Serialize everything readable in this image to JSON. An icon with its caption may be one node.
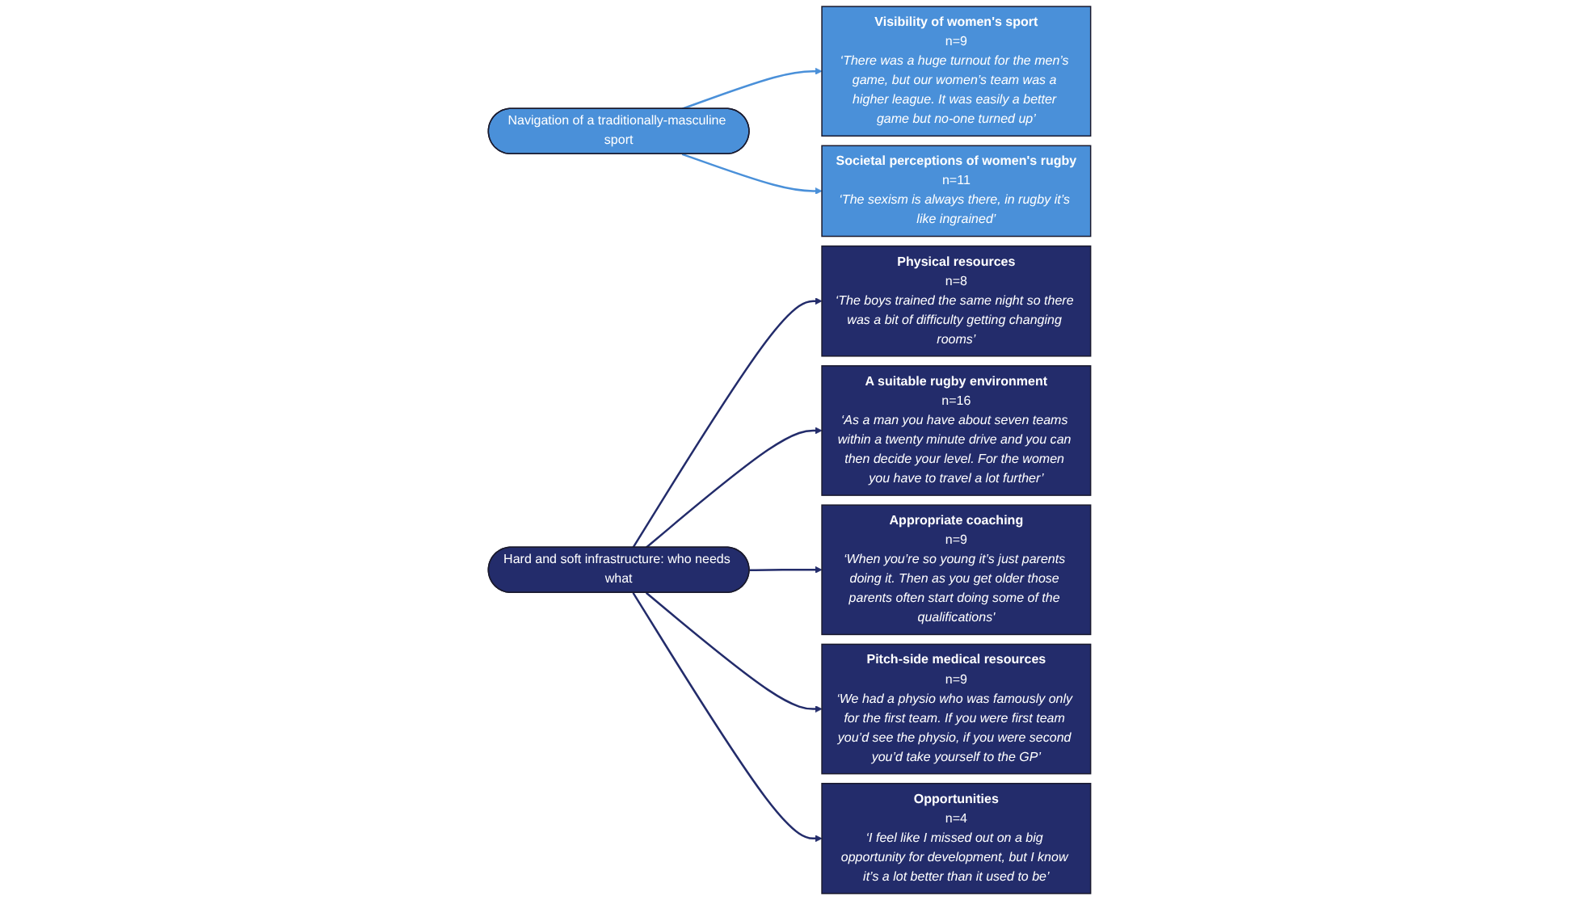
{
  "diagram": {
    "nodes": [
      {
        "text": [
          "Navigation of a traditionally-masculine sport"
        ]
      },
      {
        "text": [
          "Hard and soft infrastructure: who needs what"
        ]
      },
      {
        "text": [
          "Visibility of women's sport",
          "n=9",
          "‘There was a huge turnout for the men’s game, but our women’s team was a higher league. It was easily a better game but no-one turned up’"
        ]
      },
      {
        "text": [
          "Societal perceptions of women's rugby",
          "n=11",
          "‘The sexism is always there, in rugby it’s like ingrained’"
        ]
      },
      {
        "text": [
          "Physical resources",
          "n=8",
          "‘The boys trained the same night so there was a bit of difficulty getting changing rooms’"
        ]
      },
      {
        "text": [
          "A suitable rugby environment",
          "n=16",
          "‘As a man you have about seven teams within a twenty minute drive and you can then decide your level. For the women you have to travel a lot further’"
        ]
      },
      {
        "text": [
          "Appropriate coaching",
          "n=9",
          "‘When you’re so young it’s just parents doing it. Then as you get older those parents often start doing some of the qualifications'"
        ]
      },
      {
        "text": [
          "Pitch-side medical resources",
          "n=9",
          "‘We had a physio who was famously only for the first team. If you were first team you’d see the physio, if you were second you’d take yourself to the GP’"
        ]
      },
      {
        "text": [
          "Opportunities",
          "n=4",
          "‘I feel like I missed out on a big opportunity for development, but I know it’s a lot better than it used to be’"
        ]
      }
    ],
    "edges": [
      {
        "from": 0,
        "to": 2,
        "arrow": "to",
        "color": "#4a90d9"
      },
      {
        "from": 0,
        "to": 3,
        "arrow": "to",
        "color": "#4a90d9"
      },
      {
        "from": 1,
        "to": 4,
        "arrow": "to"
      },
      {
        "from": 1,
        "to": 5,
        "arrow": "to"
      },
      {
        "from": 1,
        "to": 6,
        "arrow": "to"
      },
      {
        "from": 1,
        "to": 7,
        "arrow": "to"
      },
      {
        "from": 1,
        "to": 8,
        "arrow": "to"
      }
    ]
  }
}
